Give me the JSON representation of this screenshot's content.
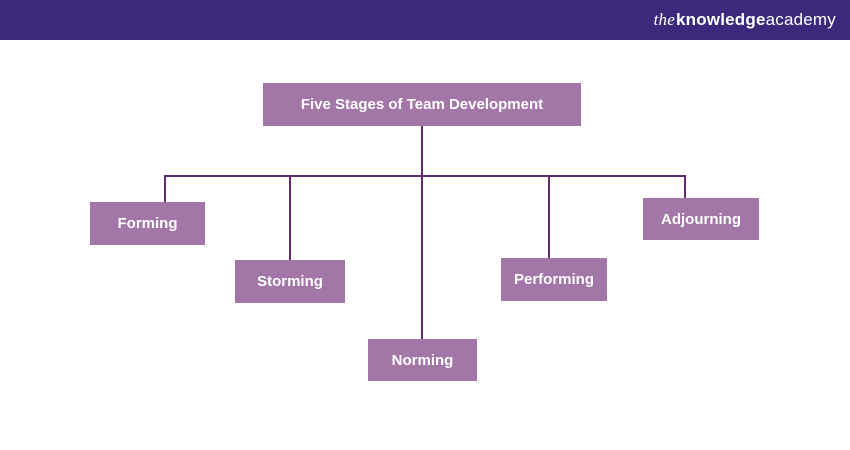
{
  "header": {
    "logo": {
      "the": "the",
      "knowledge": "knowledge",
      "academy": "academy"
    }
  },
  "diagram": {
    "title": "Five Stages of Team Development",
    "stages": [
      {
        "label": "Forming"
      },
      {
        "label": "Storming"
      },
      {
        "label": "Norming"
      },
      {
        "label": "Performing"
      },
      {
        "label": "Adjourning"
      }
    ]
  },
  "colors": {
    "header_bg": "#3B2A7C",
    "box_fill": "#A276A6",
    "connector_line": "#5F2A6E",
    "text": "#FFFFFF"
  }
}
